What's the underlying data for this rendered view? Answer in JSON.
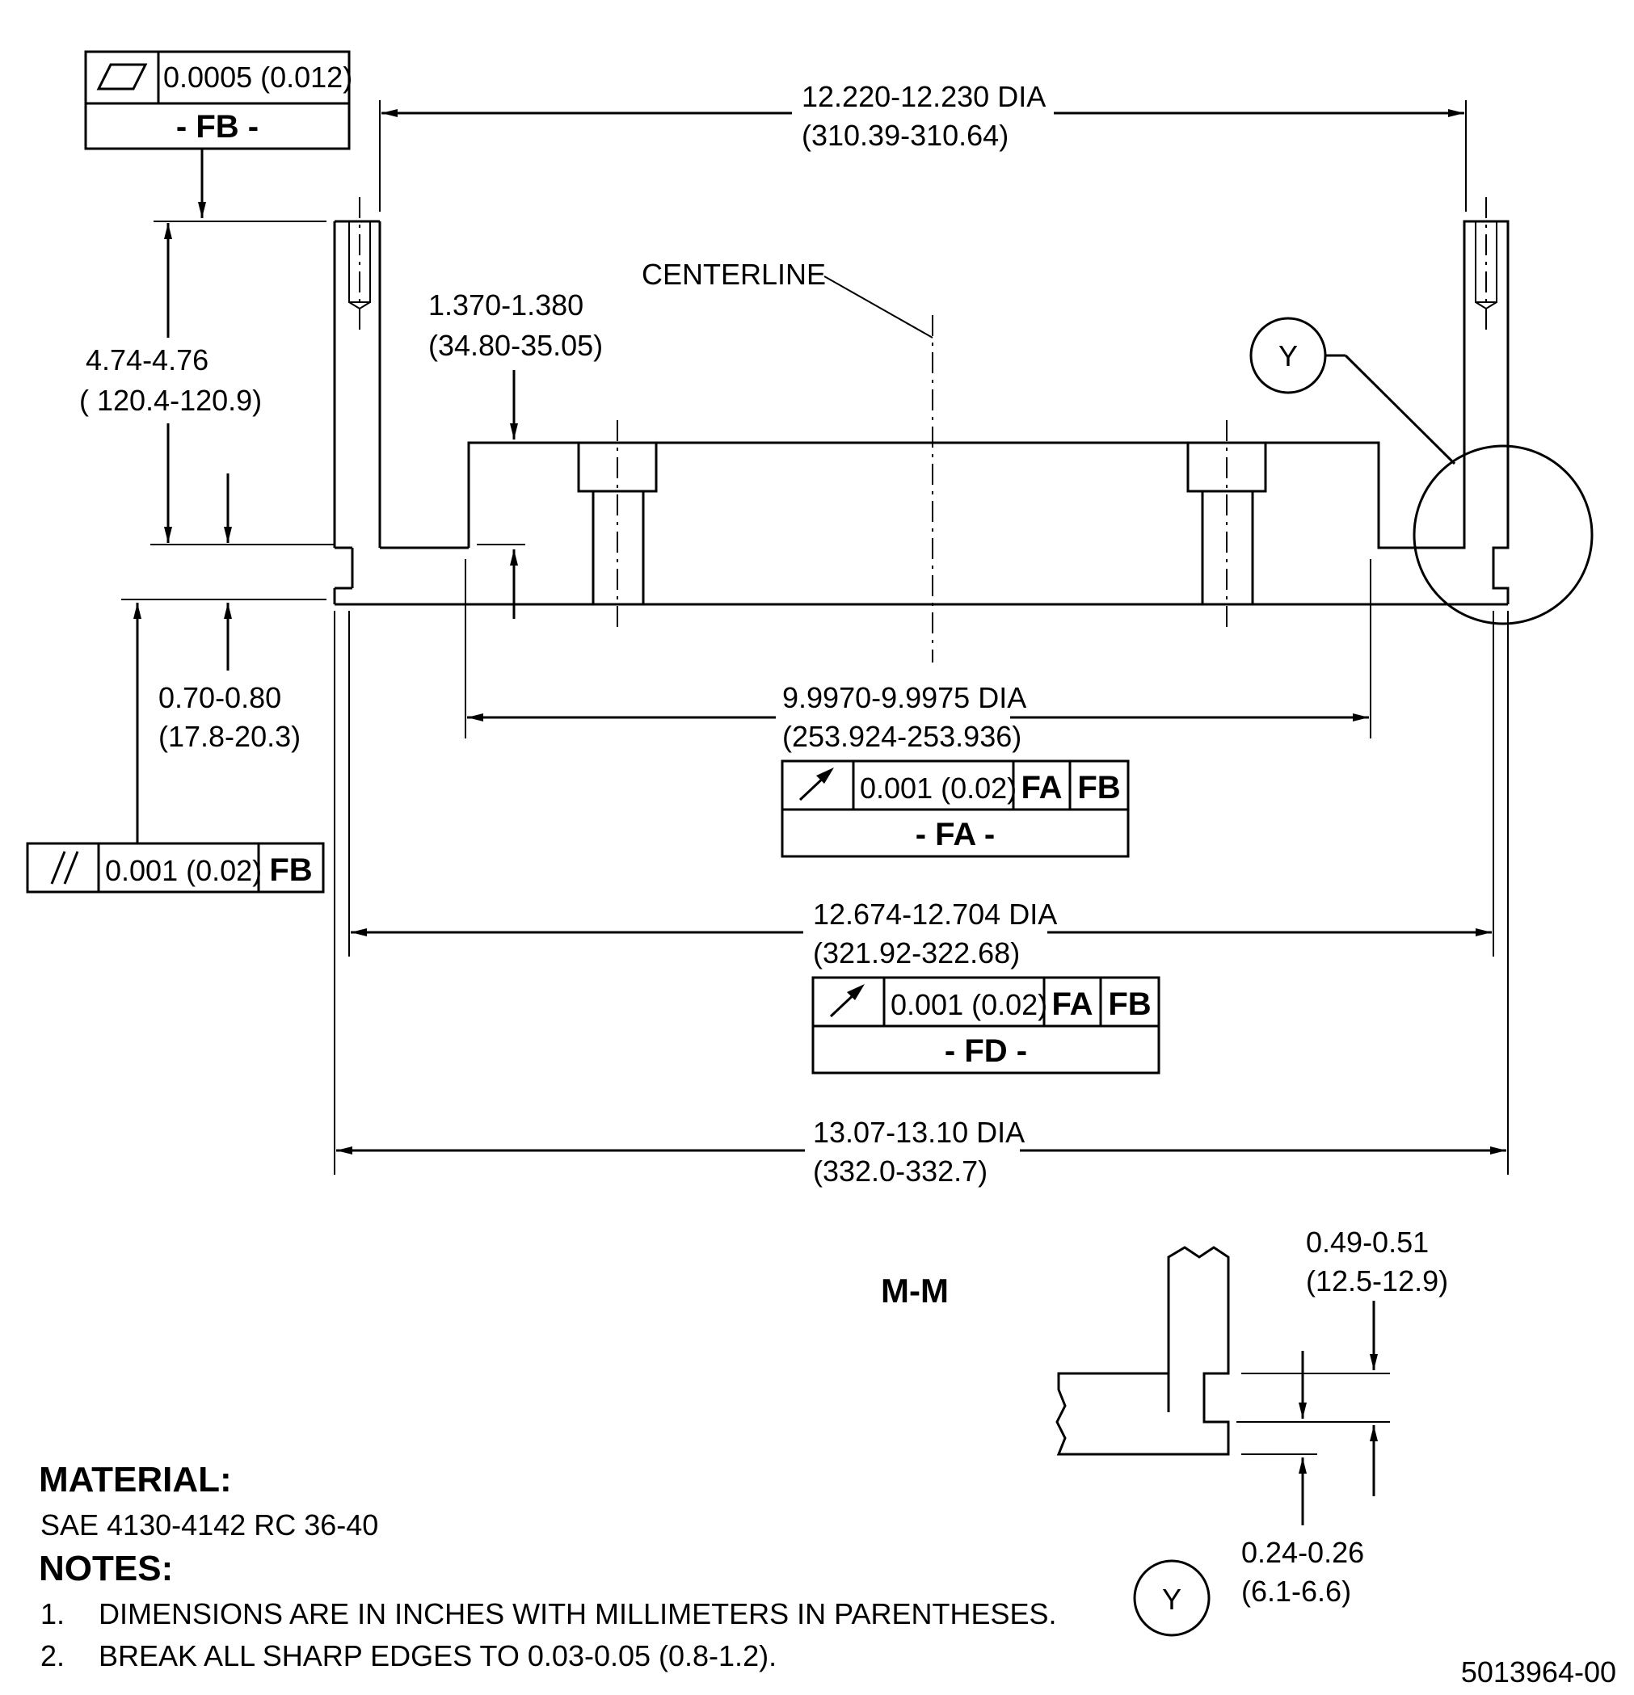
{
  "dimensions": {
    "outer_top_dia": {
      "line1": "12.220-12.230 DIA",
      "line2": "(310.39-310.64)"
    },
    "height": {
      "line1": "4.74-4.76",
      "line2": "( 120.4-120.9)"
    },
    "flange_height": {
      "line1": "1.370-1.380",
      "line2": "(34.80-35.05)"
    },
    "flange_thickness": {
      "line1": "0.70-0.80",
      "line2": "(17.8-20.3)"
    },
    "pilot_dia": {
      "line1": "9.9970-9.9975 DIA",
      "line2": "(253.924-253.936)"
    },
    "mid_dia": {
      "line1": "12.674-12.704 DIA",
      "line2": "(321.92-322.68)"
    },
    "overall_dia": {
      "line1": "13.07-13.10 DIA",
      "line2": "(332.0-332.7)"
    },
    "groove_upper": {
      "line1": "0.49-0.51",
      "line2": "(12.5-12.9)"
    },
    "groove_lower": {
      "line1": "0.24-0.26",
      "line2": "(6.1-6.6)"
    }
  },
  "labels": {
    "centerline": "CENTERLINE",
    "section": "M-M",
    "detail_callout": "Y",
    "detail_view": "Y"
  },
  "fcf": {
    "flatness": {
      "symbol": "flatness-icon",
      "tolerance": "0.0005 (0.012)",
      "datum": "- FB -"
    },
    "parallelism": {
      "symbol": "parallelism-icon",
      "tolerance": "0.001 (0.02)",
      "ref": "FB"
    },
    "runout_fa": {
      "symbol": "runout-icon",
      "tolerance": "0.001 (0.02)",
      "ref1": "FA",
      "ref2": "FB",
      "datum": "- FA -"
    },
    "runout_fd": {
      "symbol": "runout-icon",
      "tolerance": "0.001 (0.02)",
      "ref1": "FA",
      "ref2": "FB",
      "datum": "- FD -"
    }
  },
  "material": {
    "heading": "MATERIAL:",
    "spec": "SAE 4130-4142 RC 36-40"
  },
  "notes": {
    "heading": "NOTES:",
    "items": [
      {
        "num": "1.",
        "text": "DIMENSIONS ARE IN INCHES WITH MILLIMETERS IN PARENTHESES."
      },
      {
        "num": "2.",
        "text": "BREAK ALL SHARP EDGES TO 0.03-0.05 (0.8-1.2)."
      }
    ]
  },
  "drawing_number": "5013964-00"
}
